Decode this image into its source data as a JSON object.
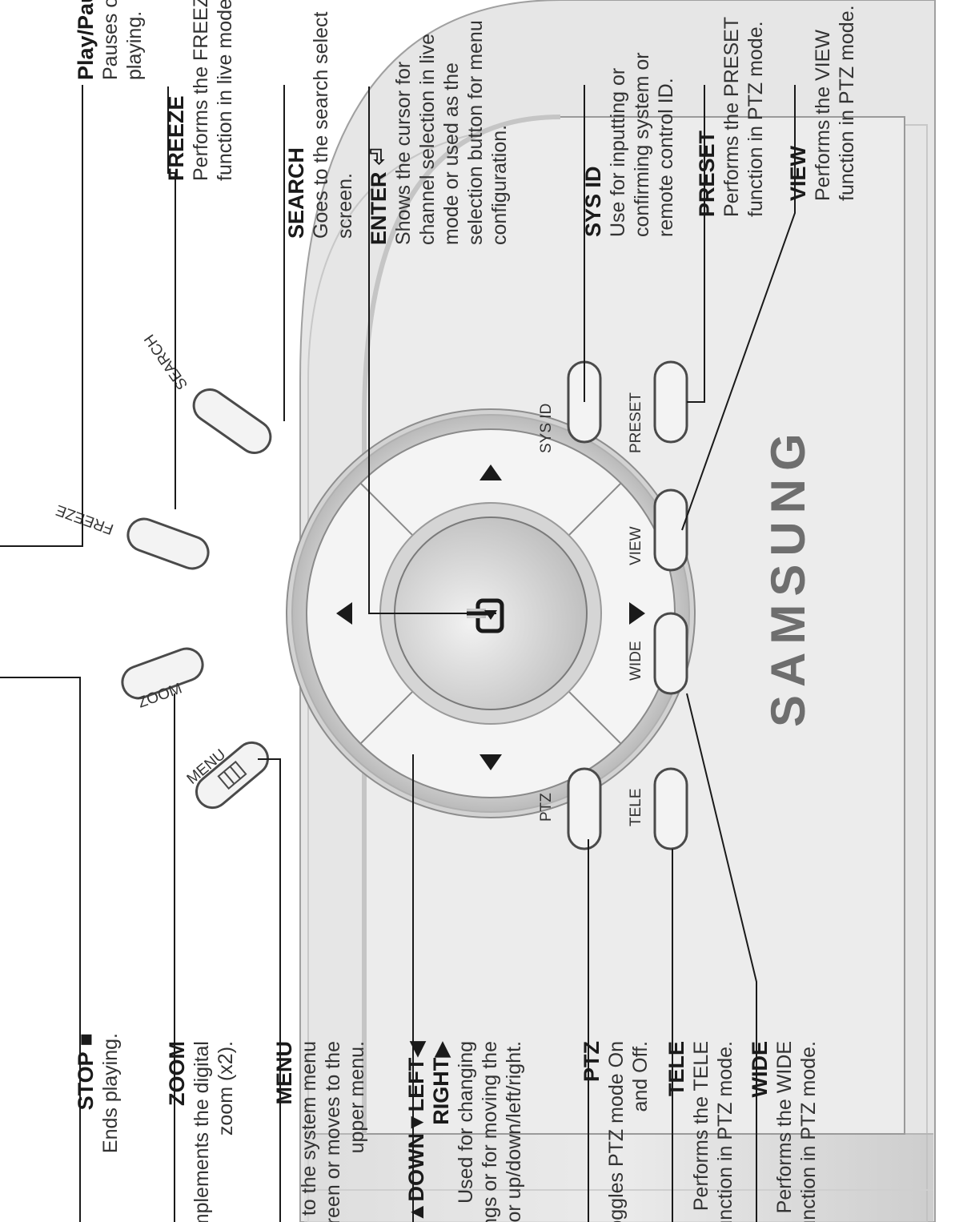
{
  "buttons": {
    "search": "SEARCH",
    "freeze": "FREEZE",
    "zoom": "ZOOM",
    "menu": "MENU",
    "sys_id": "SYS ID",
    "preset": "PRESET",
    "view": "VIEW",
    "wide": "WIDE",
    "tele": "TELE",
    "ptz": "PTZ"
  },
  "brand": "SAMSUNG",
  "callouts": {
    "play_pause": {
      "title": "Play/Pause ▶‖",
      "lines": [
        "Pauses or resumes",
        "playing."
      ]
    },
    "freeze": {
      "title": "FREEZE",
      "lines": [
        "Performs the FREEZE",
        "function in live mode."
      ]
    },
    "search": {
      "title": "SEARCH",
      "lines": [
        "Goes to the search select",
        "screen."
      ]
    },
    "enter": {
      "title": "ENTER ⏎",
      "lines": [
        "Shows the cursor for",
        "channel selection in live",
        "mode or used as the",
        "selection button for menu",
        "configuration."
      ]
    },
    "sys_id": {
      "title": "SYS ID",
      "lines": [
        "Use for inputting or",
        "confirming system or",
        "remote control ID."
      ]
    },
    "preset": {
      "title": "PRESET",
      "lines": [
        "Performs the PRESET",
        "function in PTZ mode."
      ]
    },
    "view": {
      "title": "VIEW",
      "lines": [
        "Performs the VIEW",
        "function in PTZ mode."
      ]
    },
    "stop": {
      "title": "STOP ■",
      "lines": [
        "Ends playing."
      ]
    },
    "zoom": {
      "title": "ZOOM",
      "lines": [
        "Implements the digital",
        "zoom (x2)."
      ]
    },
    "menu": {
      "title": "MENU",
      "lines": [
        "Goes to the system menu",
        "screen or moves to the",
        "upper menu."
      ]
    },
    "arrows": {
      "title": "UP▲DOWN▼LEFT◀",
      "title2": "RIGHT▶",
      "lines": [
        "Used for changing",
        "settings or for moving the",
        "cursor up/down/left/right."
      ]
    },
    "ptz": {
      "title": "PTZ",
      "lines": [
        "Toggles PTZ mode On",
        "and Off."
      ]
    },
    "tele": {
      "title": "TELE",
      "lines": [
        "Performs the TELE",
        "function in PTZ mode."
      ]
    },
    "wide": {
      "title": "WIDE",
      "lines": [
        "Performs the WIDE",
        "function in PTZ mode."
      ]
    }
  }
}
